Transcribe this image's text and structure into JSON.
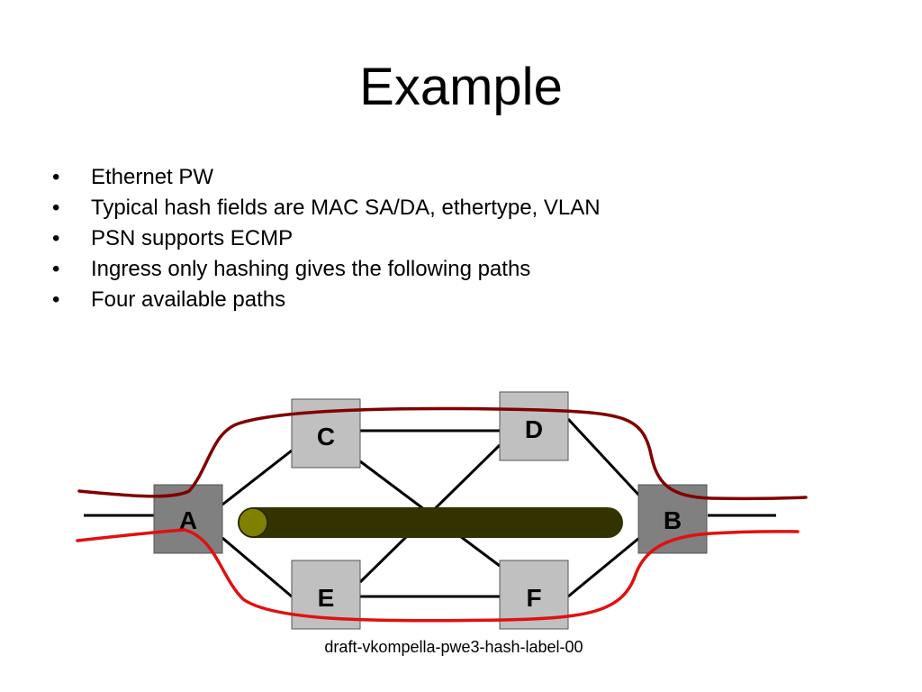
{
  "slide": {
    "title": "Example",
    "bullet_mark": "•",
    "bullets": [
      "Ethernet PW",
      "Typical hash fields are MAC SA/DA, ethertype, VLAN",
      "PSN supports ECMP",
      "Ingress only hashing gives the following paths",
      "Four available paths"
    ],
    "footer": "draft-vkompella-pwe3-hash-label-00"
  },
  "diagram": {
    "nodes": {
      "A": "A",
      "B": "B",
      "C": "C",
      "D": "D",
      "E": "E",
      "F": "F"
    },
    "colors": {
      "edge_node_fill": "#808080",
      "core_node_fill": "#c0c0c0",
      "link": "#000000",
      "path_upper": "#800000",
      "path_lower": "#e01010",
      "pipe_fill": "#333300",
      "pipe_cap": "#808000"
    }
  }
}
